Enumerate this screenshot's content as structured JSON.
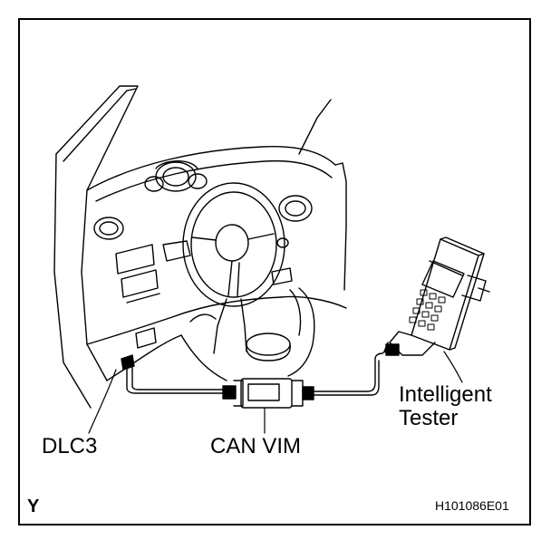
{
  "labels": {
    "dlc3": "DLC3",
    "can_vim": "CAN VIM",
    "tester_line1": "Intelligent",
    "tester_line2": "Tester",
    "corner_mark": "Y",
    "figure_code": "H101086E01"
  },
  "colors": {
    "line": "#000000",
    "background": "#ffffff"
  }
}
